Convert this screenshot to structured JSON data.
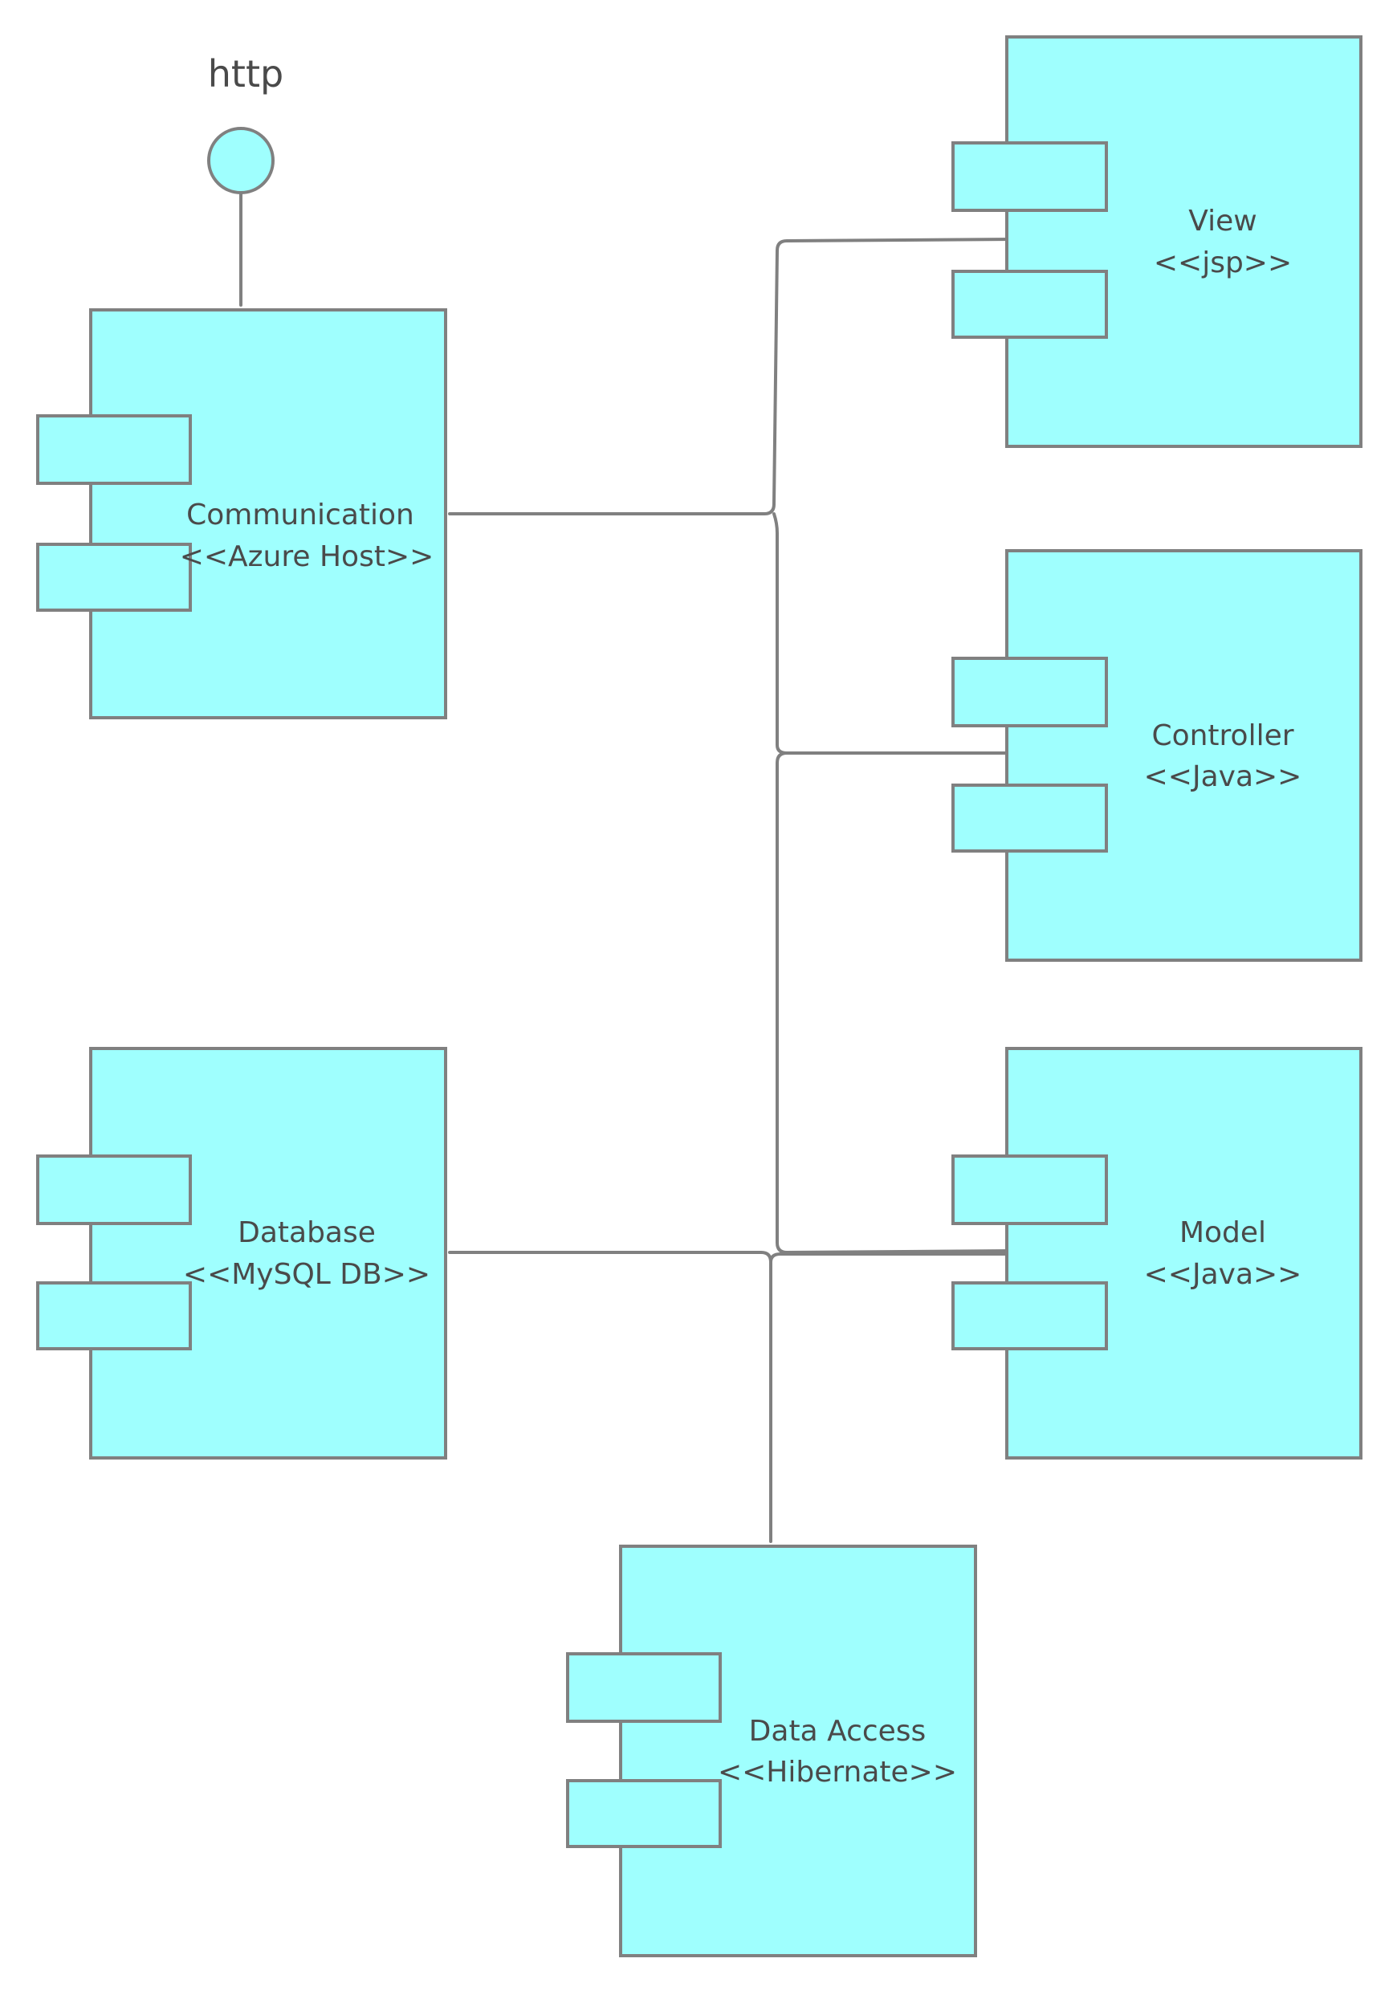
{
  "colors": {
    "component_fill": "#9ffffe",
    "stroke": "#808080",
    "text": "#4a4a4a"
  },
  "interface": {
    "label": "http",
    "icon": "interface-lollipop-icon"
  },
  "components": {
    "communication": {
      "name": "Communication",
      "stereotype": "<<Azure Host>>",
      "icon": "uml-component-icon"
    },
    "view": {
      "name": "View",
      "stereotype": "<<jsp>>",
      "icon": "uml-component-icon"
    },
    "controller": {
      "name": "Controller",
      "stereotype": "<<Java>>",
      "icon": "uml-component-icon"
    },
    "model": {
      "name": "Model",
      "stereotype": "<<Java>>",
      "icon": "uml-component-icon"
    },
    "database": {
      "name": "Database",
      "stereotype": "<<MySQL DB>>",
      "icon": "uml-component-icon"
    },
    "data_access": {
      "name": "Data Access",
      "stereotype": "<<Hibernate>>",
      "icon": "uml-component-icon"
    }
  }
}
